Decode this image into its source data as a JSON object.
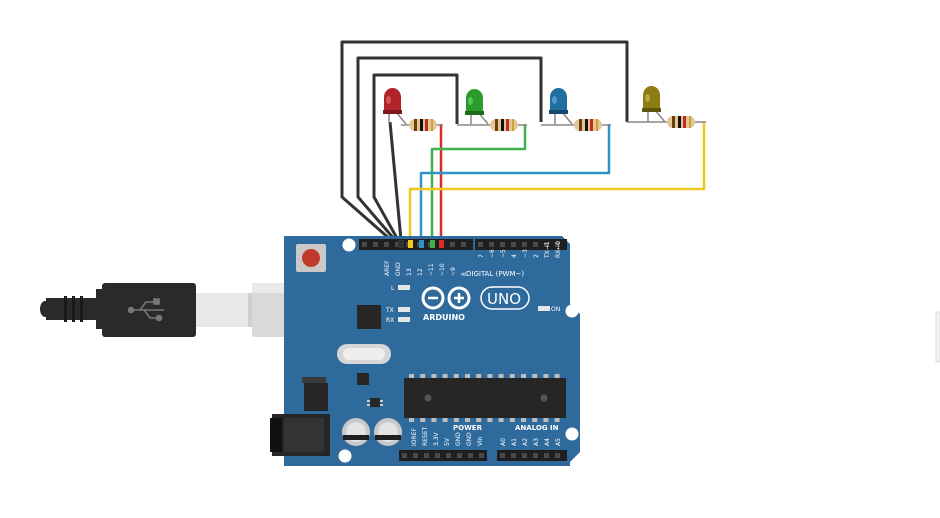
{
  "board": {
    "name": "UNO",
    "brand": "ARDUINO",
    "digital_label": "DIGITAL (PWM~)",
    "power_label": "POWER",
    "analog_label": "ANALOG IN",
    "on_label": "ON",
    "led_labels": [
      "L",
      "TX",
      "RX"
    ],
    "top_pins": [
      "AREF",
      "GND",
      "13",
      "12",
      "~11",
      "~10",
      "~9",
      "8"
    ],
    "top_pins_right": [
      "7",
      "~6",
      "~5",
      "4",
      "~3",
      "2",
      "TX→1",
      "RX←0"
    ],
    "power_pins": [
      "IOREF",
      "RESET",
      "3.3V",
      "5V",
      "GND",
      "GND",
      "Vin"
    ],
    "analog_pins": [
      "A0",
      "A1",
      "A2",
      "A3",
      "A4",
      "A5"
    ],
    "color": "#2f6a9c"
  },
  "leds": [
    {
      "id": "led-red",
      "color": "#b3242a"
    },
    {
      "id": "led-green",
      "color": "#2a9c2a"
    },
    {
      "id": "led-blue",
      "color": "#1f6fa0"
    },
    {
      "id": "led-yellow",
      "color": "#8c7d12"
    }
  ],
  "wires": {
    "ground": "#333333",
    "red": "#d92b2b",
    "green": "#3fb34a",
    "blue": "#2a95c6",
    "yellow": "#f0c81e"
  },
  "colors": {
    "background": "#ffffff",
    "usb_cable": "#2a2a2a",
    "usb_plug": "#d9d9d9",
    "resistor_body": "#e3c795"
  }
}
